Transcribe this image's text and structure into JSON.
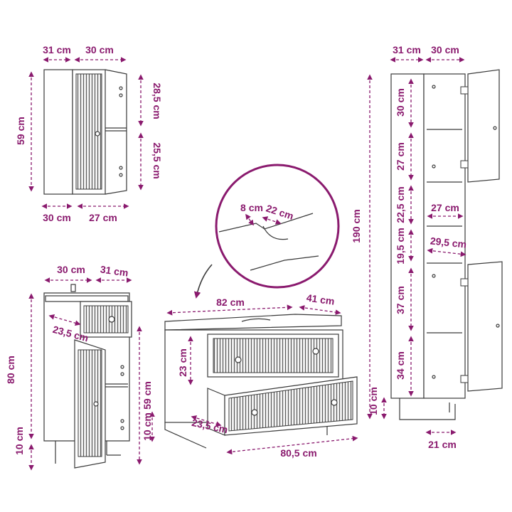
{
  "colors": {
    "dimension": "#8a1a6e",
    "outline": "#3a3a3a",
    "slat": "#6b6b6b",
    "background": "#ffffff"
  },
  "wall_cabinet": {
    "width_left": "31 cm",
    "width_door": "30 cm",
    "height": "59 cm",
    "upper_shelf": "28,5 cm",
    "lower_shelf": "25,5 cm",
    "bottom_depth": "30 cm",
    "bottom_inner": "27 cm"
  },
  "side_cabinet": {
    "width": "30 cm",
    "depth": "31 cm",
    "drawer_depth": "23,5 cm",
    "height": "80 cm",
    "leg": "10 cm",
    "door_height": "59 cm",
    "plinth": "10 cm"
  },
  "vanity": {
    "detail_left": "8 cm",
    "detail_right": "22 cm",
    "width": "82 cm",
    "depth": "41 cm",
    "drawer_height": "23 cm",
    "drawer_depth": "23,5 cm",
    "inner_width": "80,5 cm"
  },
  "tall_cabinet": {
    "width_left": "31 cm",
    "width_door": "30 cm",
    "height": "190 cm",
    "shelf_1": "30 cm",
    "shelf_2": "27 cm",
    "shelf_3": "22,5 cm",
    "open_depth_a": "27 cm",
    "shelf_4": "19,5 cm",
    "open_depth_b": "29,5 cm",
    "shelf_5": "37 cm",
    "shelf_6": "34 cm",
    "leg": "10 cm",
    "base_width": "21 cm"
  }
}
